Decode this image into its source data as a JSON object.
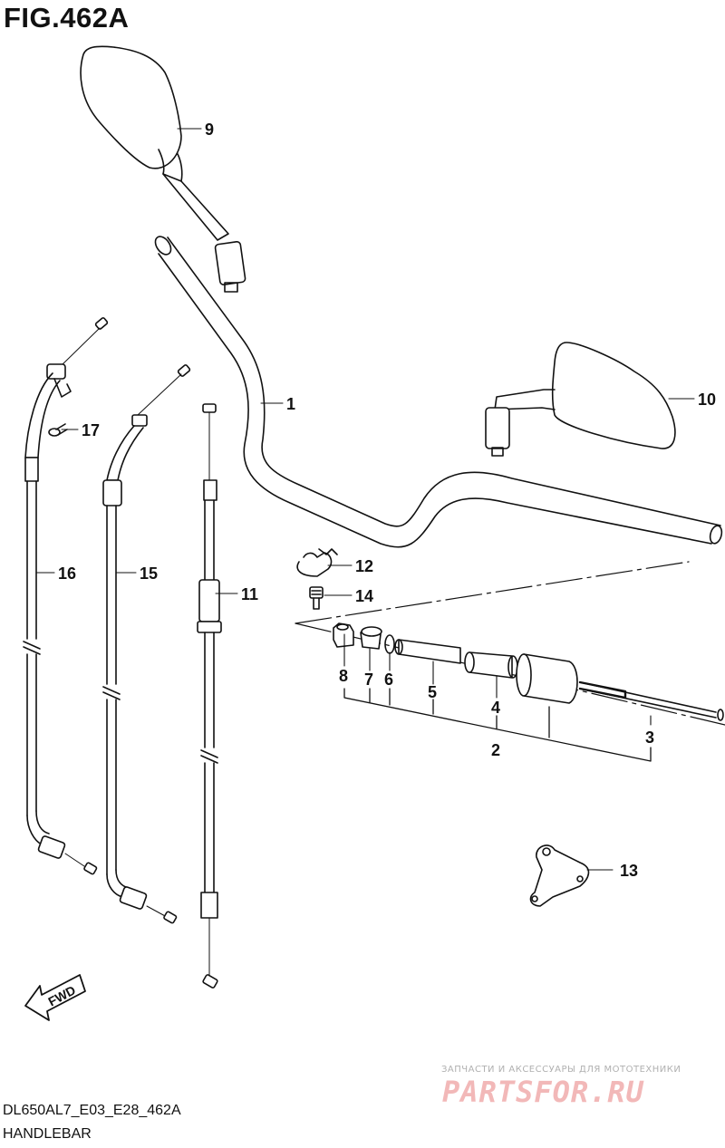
{
  "figure": {
    "title": "FIG.462A"
  },
  "callouts": {
    "c1": "1",
    "c2": "2",
    "c3": "3",
    "c4": "4",
    "c5": "5",
    "c6": "6",
    "c7": "7",
    "c8": "8",
    "c9": "9",
    "c10": "10",
    "c11": "11",
    "c12": "12",
    "c13": "13",
    "c14": "14",
    "c15": "15",
    "c16": "16",
    "c17": "17"
  },
  "fwd_label": "FWD",
  "footer": {
    "code": "DL650AL7_E03_E28_462A",
    "name": "HANDLEBAR"
  },
  "watermark": {
    "subtitle": "ЗАПЧАСТИ И АКСЕССУАРЫ ДЛЯ МОТОТЕХНИКИ",
    "brand": "PARTSFOR.RU"
  }
}
